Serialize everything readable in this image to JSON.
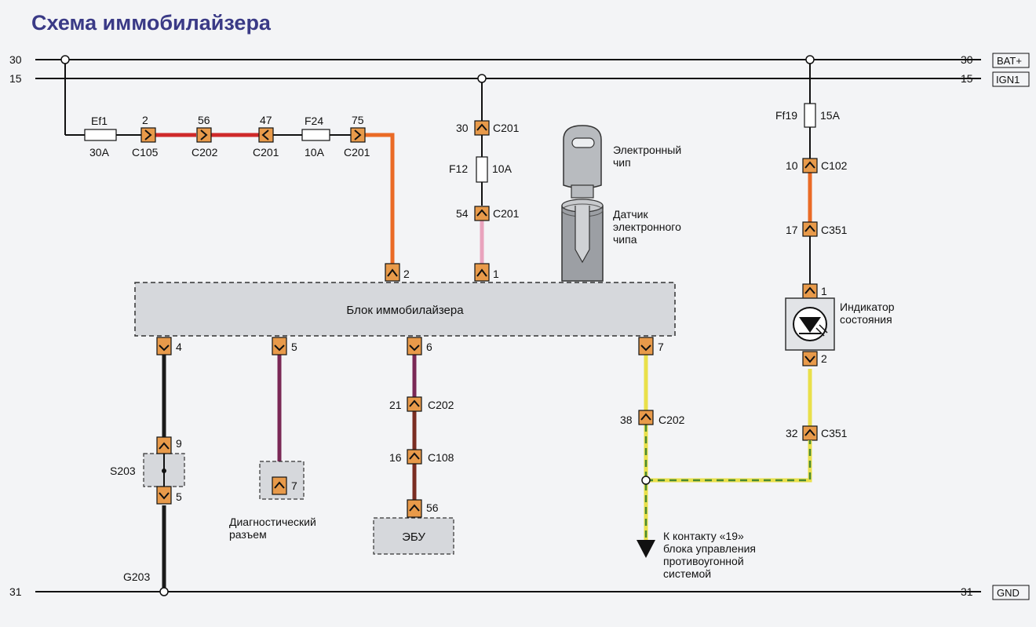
{
  "title": "Схема иммобилайзера",
  "colors": {
    "red": "#cf2a2a",
    "orange": "#ea6a25",
    "pink": "#e9a3bd",
    "black": "#1a1a1a",
    "purple": "#7a2856",
    "brown": "#7a2d22",
    "yellow": "#e9e04a",
    "green_dash": "#4a8a32",
    "connector_fill": "#e89a4a",
    "gray_box": "#d6d8dc"
  },
  "rails": {
    "r30_left": "30",
    "r30_right": "30",
    "r30_tag": "BAT+",
    "r15_left": "15",
    "r15_right": "15",
    "r15_tag": "IGN1",
    "r31_left": "31",
    "r31_right": "31",
    "r31_tag": "GND"
  },
  "top_chain": {
    "ef1_label": "Ef1",
    "ef1_rating": "30A",
    "c105_pin": "2",
    "c105_name": "C105",
    "c202_pin": "56",
    "c202_name": "C202",
    "c201a_pin": "47",
    "c201a_name": "C201",
    "f24_label": "F24",
    "f24_rating": "10A",
    "c201b_pin": "75",
    "c201b_name": "C201"
  },
  "ign_chain": {
    "c201_top_pin": "30",
    "c201_top_name": "C201",
    "f12_label": "F12",
    "f12_rating": "10A",
    "c201_bot_pin": "54",
    "c201_bot_name": "C201"
  },
  "key": {
    "chip_label": "Электронный\nчип",
    "sensor_label": "Датчик\nэлектронного\nчипа"
  },
  "right_chain": {
    "ff19_label": "Ff19",
    "ff19_rating": "15A",
    "c102_pin": "10",
    "c102_name": "C102",
    "c351_top_pin": "17",
    "c351_top_name": "C351",
    "indicator_pin_top": "1",
    "indicator_pin_bottom": "2",
    "indicator_label": "Индикатор\nсостояния",
    "c351_bot_pin": "32",
    "c351_bot_name": "C351"
  },
  "immo": {
    "label": "Блок иммобилайзера",
    "pin_2": "2",
    "pin_1": "1",
    "pin_4": "4",
    "pin_5": "5",
    "pin_6": "6",
    "pin_7": "7"
  },
  "ground_branch": {
    "s203_pin_top": "9",
    "s203_name": "S203",
    "s203_pin_bottom": "5",
    "g203_name": "G203"
  },
  "diag": {
    "pin": "7",
    "label": "Диагностический\nразъем"
  },
  "ecu_branch": {
    "c202_pin": "21",
    "c202_name": "C202",
    "c108_pin": "16",
    "c108_name": "C108",
    "ecu_pin": "56",
    "ecu_label": "ЭБУ"
  },
  "antitheft": {
    "c202_pin": "38",
    "c202_name": "C202",
    "note": "К контакту «19»\nблока управления\nпротивоугонной\nсистемой"
  }
}
